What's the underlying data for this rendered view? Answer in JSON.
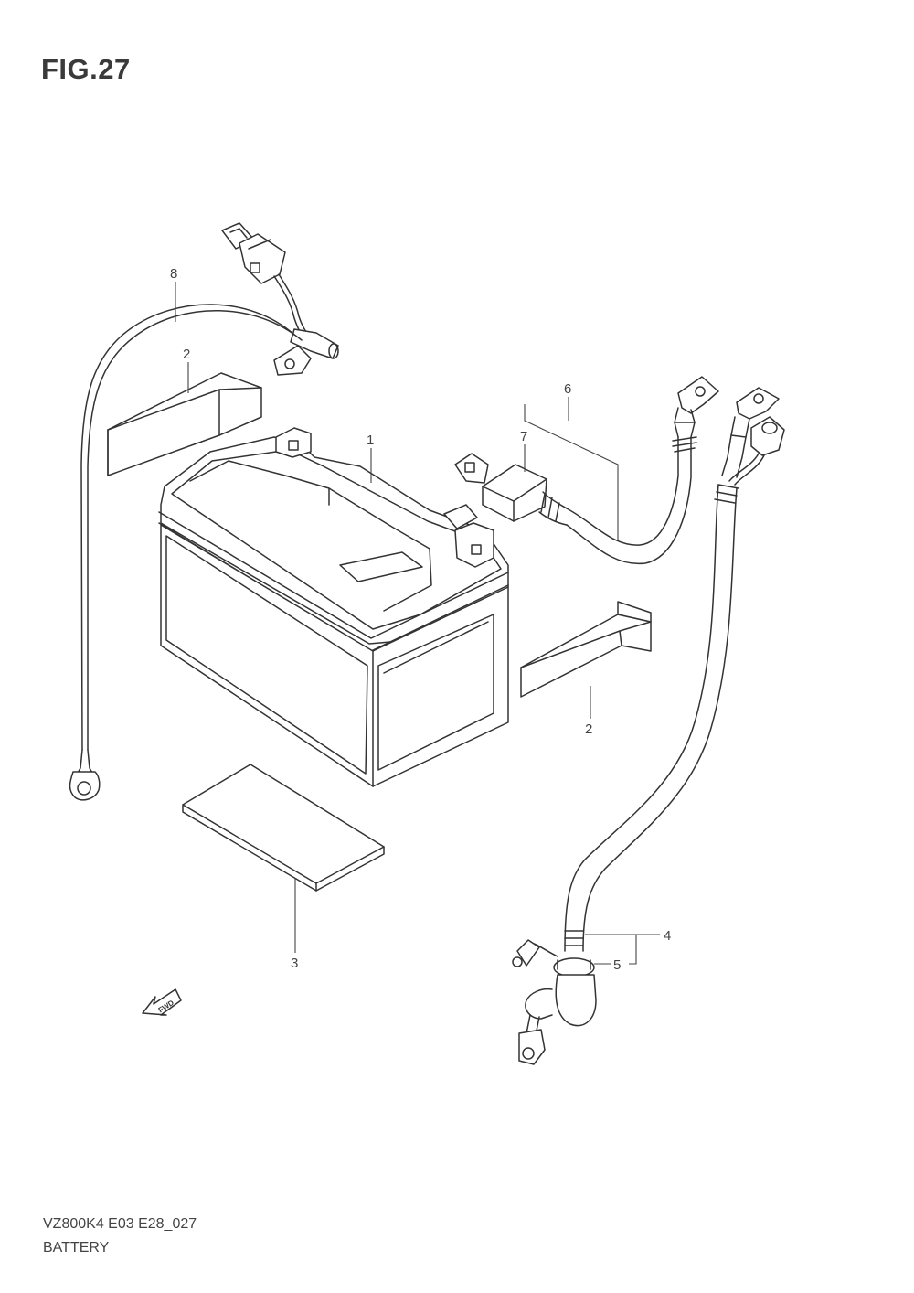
{
  "figure": {
    "title": "FIG.27"
  },
  "footer": {
    "code": "VZ800K4 E03 E28_027",
    "name": "BATTERY"
  },
  "callouts": {
    "battery": "1",
    "pad_left": "2",
    "pad_right": "2",
    "pad_bottom": "3",
    "negative_lead": "4",
    "cap": "5",
    "positive_lead": "6",
    "terminal_cover": "7",
    "ground_lead": "8"
  },
  "fwd_mark": {
    "label": "FWD",
    "icon": "fwd-arrow-icon"
  },
  "colors": {
    "line": "#333333",
    "text": "#444444",
    "title": "#3a3a3a",
    "background": "#ffffff"
  }
}
